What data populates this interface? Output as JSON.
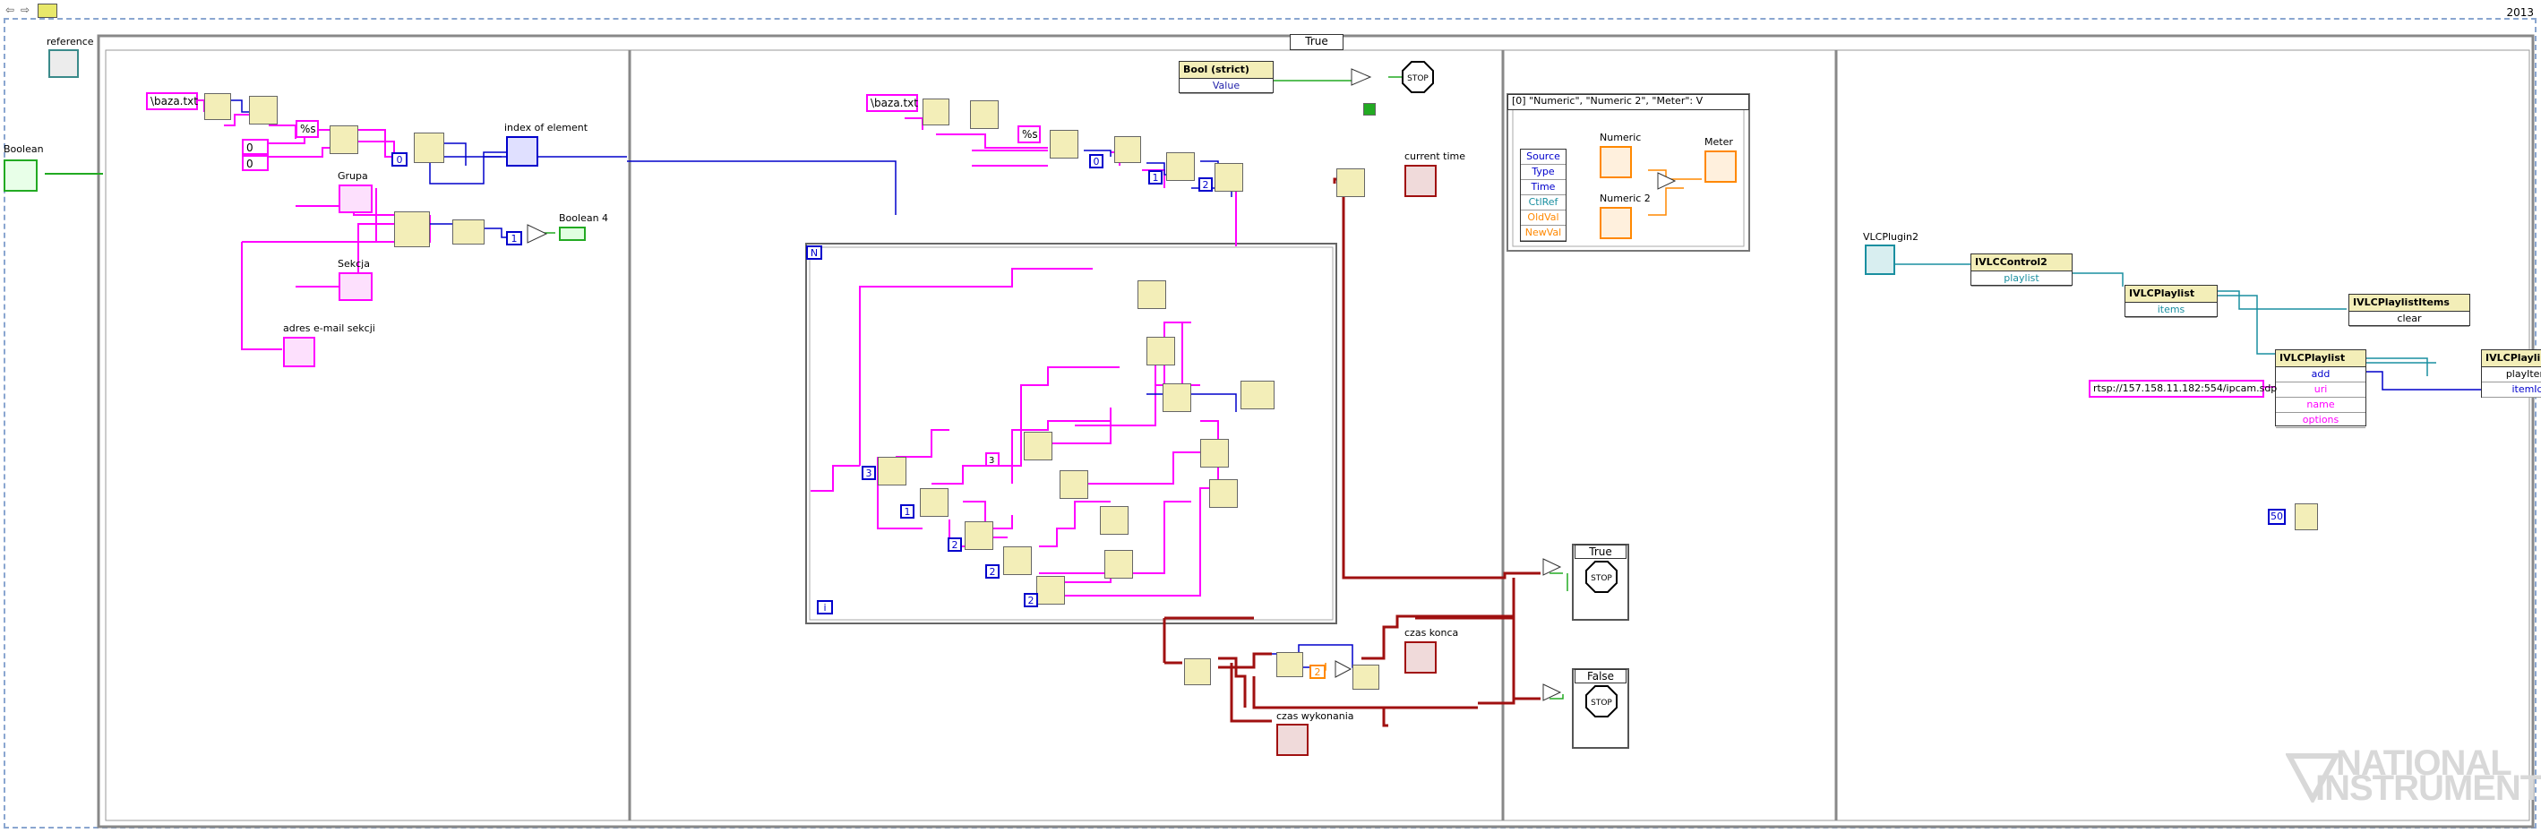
{
  "version_label": "2013",
  "controls": {
    "reference": "reference",
    "boolean": "Boolean",
    "index_of_element": "index of element",
    "grupa": "Grupa",
    "sekcja": "Sekcja",
    "adres_email": "adres e-mail sekcji",
    "boolean4": "Boolean 4",
    "current_time": "current time",
    "czas_konca": "czas konca",
    "czas_wykonania": "czas wykonania",
    "numeric": "Numeric",
    "numeric2": "Numeric 2",
    "meter": "Meter",
    "vlcplugin2": "VLCPlugin2"
  },
  "constants": {
    "baza_1": "\\baza.txt",
    "baza_2": "\\baza.txt",
    "fmt_1": "%s",
    "fmt_2": "%s",
    "rtsp_url": "rtsp://157.158.11.182:554/ipcam.sdp",
    "wait_ms": "50",
    "zero_a": "0",
    "zero_b": "0",
    "two": "2",
    "three": "3",
    "one": "1"
  },
  "case_selectors": {
    "top": "True",
    "stop_true": "True",
    "stop_false": "False"
  },
  "bool_strict": {
    "title": "Bool (strict)",
    "prop": "Value"
  },
  "event_selector": "[0] \"Numeric\", \"Numeric 2\", \"Meter\": V",
  "event_data": [
    "Source",
    "Type",
    "Time",
    "CtlRef",
    "OldVal",
    "NewVal"
  ],
  "vlc": {
    "control2": {
      "title": "IVLCControl2",
      "prop": "playlist"
    },
    "playlist_get": {
      "title": "IVLCPlaylist",
      "prop": "items"
    },
    "playlist_items": {
      "title": "IVLCPlaylistItems",
      "prop": "clear"
    },
    "playlist_add": {
      "title": "IVLCPlaylist",
      "rows": [
        "add",
        "uri",
        "name",
        "options"
      ]
    },
    "playlist_play": {
      "title": "IVLCPlaylist",
      "rows": [
        "playItem",
        "itemId"
      ]
    }
  },
  "stop_label": "STOP",
  "ni_logo": {
    "line1": "NATIONAL",
    "line2": "INSTRUMENTS"
  },
  "colors": {
    "pink": "#ff00ff",
    "blue": "#0000cc",
    "teal": "#1a8fa0",
    "brown": "#a01010",
    "green": "#22aa22",
    "orange": "#ff8800"
  }
}
